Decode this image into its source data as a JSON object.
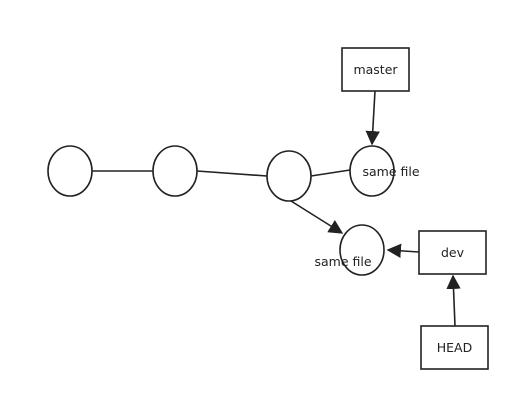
{
  "nodes": {
    "commit_1": "",
    "commit_2": "",
    "commit_3": "",
    "commit_master": "same file",
    "commit_dev": "same file"
  },
  "refs": {
    "master": "master",
    "dev": "dev",
    "head": "HEAD"
  },
  "colors": {
    "stroke": "#222222",
    "background": "#ffffff"
  }
}
